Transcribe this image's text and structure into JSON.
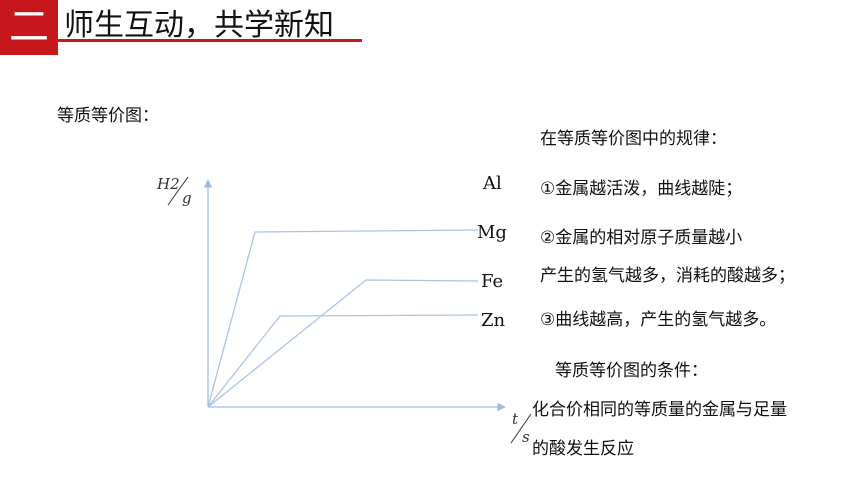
{
  "header": {
    "badge_text": "二",
    "title": "师生互动，共学新知"
  },
  "diagram": {
    "label": "等质等价图：",
    "y_axis_label_top": "H2",
    "y_axis_label_bottom": "g",
    "x_axis_label_top": "t",
    "x_axis_label_bottom": "s",
    "metals": [
      "Al",
      "Mg",
      "Fe",
      "Zn"
    ],
    "line_color": "#a9c4e6"
  },
  "rules": {
    "title": "在等质等价图中的规律：",
    "lines": [
      "①金属越活泼，曲线越陡；",
      "②金属的相对原子质量越小",
      "产生的氢气越多，消耗的酸越多；",
      "③曲线越高，产生的氢气越多。"
    ]
  },
  "conditions": {
    "title": "等质等价图的条件：",
    "lines": [
      "化合价相同的等质量的金属与足量",
      "的酸发生反应"
    ]
  },
  "colors": {
    "accent": "#c8161d",
    "axis": "#9dbbe3"
  }
}
